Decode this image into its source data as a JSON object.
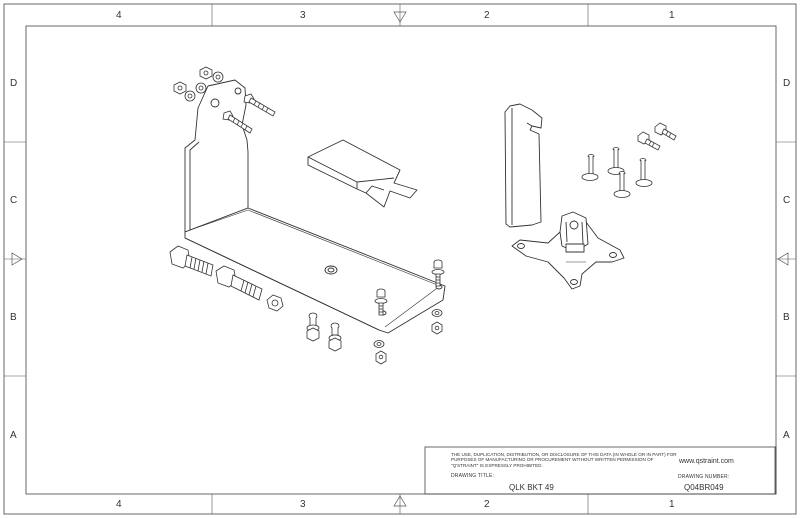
{
  "border": {
    "columns_top": [
      "4",
      "3",
      "2",
      "1"
    ],
    "columns_bottom": [
      "4",
      "3",
      "2",
      "1"
    ],
    "rows_left": [
      "D",
      "C",
      "B",
      "A"
    ],
    "rows_right": [
      "D",
      "C",
      "B",
      "A"
    ]
  },
  "title_block": {
    "notice": "THE USE, DUPLICATION, DISTRIBUTION, OR DISCLOSURE OF THIS DATA (IN WHOLE OR IN PART) FOR PURPOSES OF MANUFACTURING OR PROCUREMENT WITHOUT WRITTEN PERMISSION OF \"Q'STRAINT\" IS EXPRESSLY PROHIBITED.",
    "website": "www.qstraint.com",
    "drawing_title_label": "DRAWING TITLE:",
    "drawing_title": "QLK BKT 49",
    "drawing_number_label": "DRAWING NUMBER:",
    "drawing_number": "Q04BR049"
  }
}
